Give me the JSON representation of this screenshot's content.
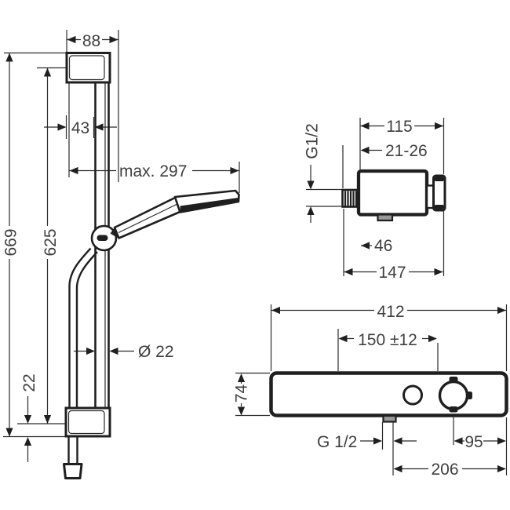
{
  "colors": {
    "background": "#ffffff",
    "line": "#262626",
    "label": "#3f3f3f"
  },
  "shower_rail": {
    "holder_width": "88",
    "holder_offset": "43",
    "handshower_reach": "max. 297",
    "overall_height": "669",
    "bar_length": "625",
    "bar_diameter": "Ø 22",
    "lower_offset": "22"
  },
  "wall_outlet": {
    "width": "115",
    "wall_distance": "21-26",
    "thread": "G1/2",
    "outlet_offset": "46",
    "overall_width": "147"
  },
  "thermostat": {
    "overall_width": "412",
    "supply_spacing": "150 ±12",
    "body_height": "74",
    "outlet_thread": "G 1/2",
    "knob_to_edge": "95",
    "outlet_to_edge": "206"
  }
}
